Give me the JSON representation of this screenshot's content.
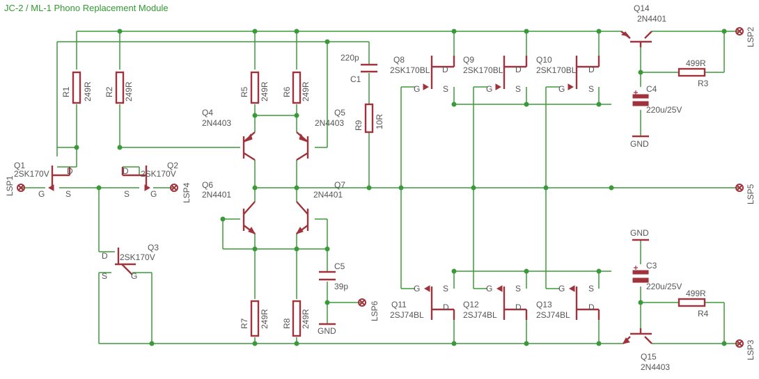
{
  "title": "JC-2 / ML-1 Phono Replacement Module",
  "labels": {
    "r1_name": "R1",
    "r1_val": "249R",
    "r2_name": "R2",
    "r2_val": "249R",
    "r5_name": "R5",
    "r5_val": "249R",
    "r6_name": "R6",
    "r6_val": "249R",
    "r7_name": "R7",
    "r7_val": "249R",
    "r8_name": "R8",
    "r8_val": "249R",
    "r9_name": "R9",
    "r9_val": "10R",
    "r3_name": "R3",
    "r3_val": "499R",
    "r4_name": "R4",
    "r4_val": "499R",
    "c1_name": "C1",
    "c1_val": "220p",
    "c3_name": "C3",
    "c3_val": "220u/25V",
    "c4_name": "C4",
    "c4_val": "220u/25V",
    "c5_name": "C5",
    "c5_val": "39p",
    "q1_name": "Q1",
    "q1_val": "2SK170V",
    "q2_name": "Q2",
    "q2_val": "2SK170V",
    "q3_name": "Q3",
    "q3_val": "2SK170V",
    "q4_name": "Q4",
    "q4_val": "2N4403",
    "q5_name": "Q5",
    "q5_val": "2N4403",
    "q6_name": "Q6",
    "q6_val": "2N4401",
    "q7_name": "Q7",
    "q7_val": "2N4401",
    "q8_name": "Q8",
    "q8_val": "2SK170BL",
    "q9_name": "Q9",
    "q9_val": "2SK170BL",
    "q10_name": "Q10",
    "q10_val": "2SK170BL",
    "q11_name": "Q11",
    "q11_val": "2SJ74BL",
    "q12_name": "Q12",
    "q12_val": "2SJ74BL",
    "q13_name": "Q13",
    "q13_val": "2SJ74BL",
    "q14_name": "Q14",
    "q14_val": "2N4401",
    "q15_name": "Q15",
    "q15_val": "2N4403",
    "lsp1": "LSP1",
    "lsp2": "LSP2",
    "lsp3": "LSP3",
    "lsp4": "LSP4",
    "lsp5": "LSP5",
    "lsp6": "LSP6",
    "gnd_c4": "GND",
    "gnd_c3": "GND",
    "gnd_c5": "GND",
    "pin_g": "G",
    "pin_s": "S",
    "pin_d": "D"
  }
}
